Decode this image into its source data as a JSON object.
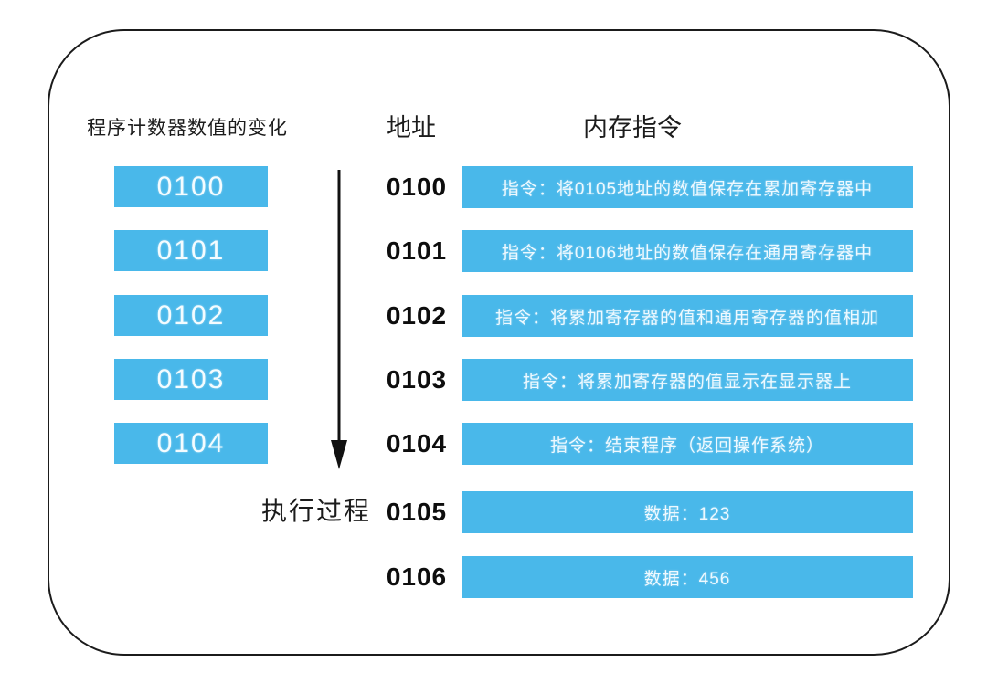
{
  "pc_column": {
    "header": "程序计数器数值的变化",
    "values": [
      "0100",
      "0101",
      "0102",
      "0103",
      "0104"
    ]
  },
  "execution": {
    "label": "执行过程",
    "arrow_icon": "down-arrow-icon"
  },
  "address_column": {
    "header": "地址",
    "values": [
      "0100",
      "0101",
      "0102",
      "0103",
      "0104",
      "0105",
      "0106"
    ]
  },
  "memory_column": {
    "header": "内存指令",
    "cells": [
      "指令：将0105地址的数值保存在累加寄存器中",
      "指令：将0106地址的数值保存在通用寄存器中",
      "指令：将累加寄存器的值和通用寄存器的值相加",
      "指令：将累加寄存器的值显示在显示器上",
      "指令：结束程序（返回操作系统）",
      "数据：123",
      "数据：456"
    ]
  },
  "colors": {
    "cell_blue": "#49b8ea",
    "frame_border": "#1b1b1b",
    "text_dark": "#1c1c1c",
    "cell_text": "#eef9ff"
  }
}
